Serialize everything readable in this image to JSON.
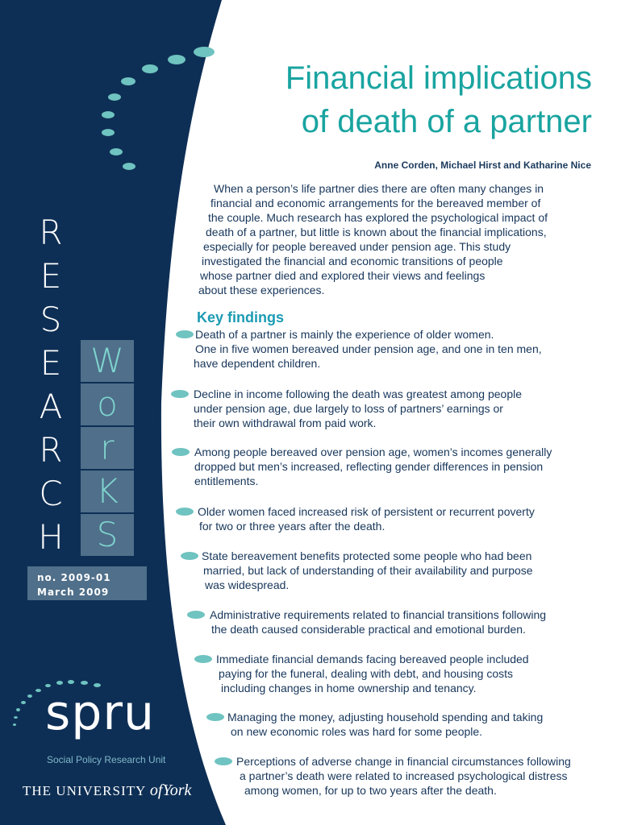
{
  "title_lines": [
    "Financial implications",
    "of death of a partner"
  ],
  "authors": "Anne Corden, Michael Hirst and Katharine Nice",
  "intro_lines": [
    "When a person’s life partner dies there are often many changes in",
    "financial and economic arrangements for the bereaved member of",
    "the couple. Much research has explored the psychological impact of",
    "death of a partner, but little is known about the financial implications,",
    "especially for people bereaved under pension age. This study",
    "investigated the financial and economic transitions of people",
    "whose partner died and explored their views and feelings",
    "about these experiences."
  ],
  "key_findings_title": "Key findings",
  "findings": [
    {
      "lines": [
        "Death of a partner is mainly the experience of older women.",
        "One in five women bereaved under pension age, and one in ten men,",
        "have dependent children."
      ]
    },
    {
      "lines": [
        "Decline in income following the death was greatest among people",
        "under pension age, due largely to loss of partners’ earnings or",
        "their own withdrawal from paid work."
      ]
    },
    {
      "lines": [
        "Among people bereaved over pension age, women’s incomes generally",
        "dropped but men’s increased, reflecting gender differences in pension",
        "entitlements."
      ]
    },
    {
      "lines": [
        "Older women faced increased risk of persistent or recurrent poverty",
        "for two or three years after the death."
      ]
    },
    {
      "lines": [
        "State bereavement benefits protected some people who had been",
        "married, but lack of understanding of their availability and purpose",
        "was widespread."
      ]
    },
    {
      "lines": [
        "Administrative requirements related to financial transitions following",
        "the death caused considerable practical and emotional burden."
      ]
    },
    {
      "lines": [
        "Immediate financial demands facing bereaved people included",
        "paying for the funeral, dealing with debt, and housing costs",
        "including changes in home ownership and tenancy."
      ]
    },
    {
      "lines": [
        "Managing the money, adjusting household spending and taking",
        "on new economic roles was hard for some people."
      ]
    },
    {
      "lines": [
        "Perceptions of adverse change in financial circumstances following",
        "a partner’s death were related to increased psychological distress",
        "among women, for up to two years after the death."
      ]
    }
  ],
  "research_letters": [
    "R",
    "E",
    "S",
    "E",
    "A",
    "R",
    "C",
    "H"
  ],
  "works_letters": [
    "W",
    "o",
    "r",
    "K",
    "S"
  ],
  "issue_no": "no. 2009-01",
  "issue_date": "March 2009",
  "spru_logo": "spru",
  "spru_unit": "Social Policy Research Unit",
  "university": {
    "prefix": "THE UNIVERSITY ",
    "of": "of",
    "name": "York"
  },
  "colors": {
    "navy": "#0e2f55",
    "teal": "#19a4a0",
    "slate": "#4f6f8a",
    "dot": "#6fc3c0"
  }
}
